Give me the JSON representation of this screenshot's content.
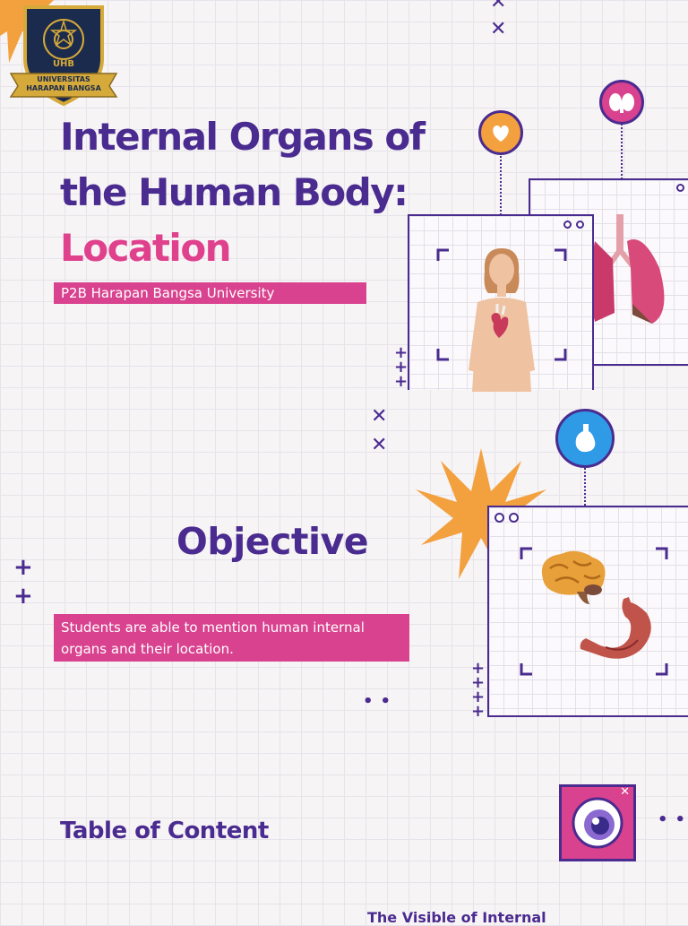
{
  "logo": {
    "initials": "UHB",
    "name_line1": "UNIVERSITAS",
    "name_line2": "HARAPAN BANGSA"
  },
  "header": {
    "title_line1": "Internal Organs of",
    "title_line2": "the Human Body:",
    "title_line3": "Location",
    "subtitle": "P2B Harapan Bangsa University"
  },
  "objective": {
    "heading": "Objective",
    "text": "Students are able to mention human internal organs and their location."
  },
  "toc": {
    "heading": "Table of Content",
    "partial_next_line": "The Visible of Internal"
  },
  "colors": {
    "purple": "#4a2b8f",
    "pink": "#d9428f",
    "orange": "#f3a03f",
    "blue": "#2f9be6"
  }
}
